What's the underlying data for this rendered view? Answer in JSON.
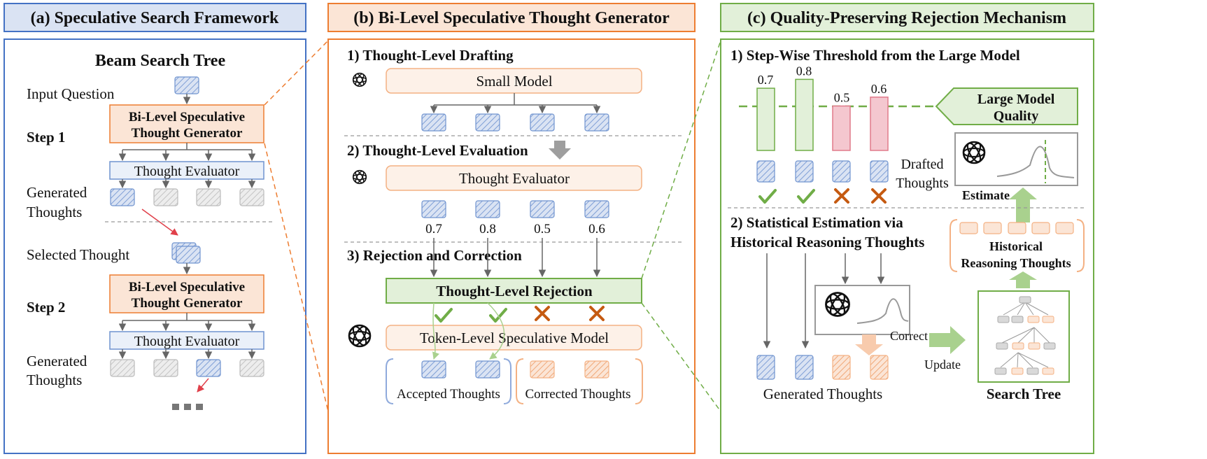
{
  "panel_a": {
    "title": "(a) Speculative Search Framework",
    "tree_title": "Beam Search Tree",
    "input_question": "Input Question",
    "generator_line1": "Bi-Level Speculative",
    "generator_line2": "Thought Generator",
    "step1": "Step 1",
    "step2": "Step 2",
    "evaluator": "Thought Evaluator",
    "generated_line1": "Generated",
    "generated_line2": "Thoughts",
    "selected_thought": "Selected Thought"
  },
  "panel_b": {
    "title": "(b) Bi-Level Speculative Thought Generator",
    "drafting": "1) Thought-Level Drafting",
    "small_model": "Small Model",
    "evaluation": "2) Thought-Level Evaluation",
    "evaluator": "Thought Evaluator",
    "scores": [
      "0.7",
      "0.8",
      "0.5",
      "0.6"
    ],
    "rejection": "3) Rejection and Correction",
    "rejection_box": "Thought-Level Rejection",
    "token_model": "Token-Level Speculative Model",
    "accepted": "Accepted Thoughts",
    "corrected": "Corrected Thoughts"
  },
  "panel_c": {
    "title": "(c) Quality-Preserving Rejection Mechanism",
    "threshold": "1) Step-Wise Threshold from the Large Model",
    "bar_values": [
      "0.7",
      "0.8",
      "0.5",
      "0.6"
    ],
    "large_model_line1": "Large Model",
    "large_model_line2": "Quality",
    "drafted_line1": "Drafted",
    "drafted_line2": "Thoughts",
    "estimate": "Estimate",
    "stat_line1": "2) Statistical Estimation via",
    "stat_line2": "Historical Reasoning Thoughts",
    "historical_line1": "Historical",
    "historical_line2": "Reasoning Thoughts",
    "correct": "Correct",
    "update": "Update",
    "generated": "Generated Thoughts",
    "search_tree": "Search Tree"
  },
  "colors": {
    "blue_border": "#4472c4",
    "orange_border": "#ed7d31",
    "green_border": "#70ad47",
    "title_blue_bg": "#dae3f3",
    "title_orange_bg": "#fbe5d6",
    "title_green_bg": "#e2f0d9",
    "thought_blue": "#dae3f3",
    "thought_orange": "#fbe5d6",
    "reject_red": "#c55a11",
    "pink_bar": "#f4c7cf"
  },
  "icons": [
    "openai-logo-icon",
    "check-icon",
    "cross-icon",
    "down-arrow-icon",
    "right-arrow-icon",
    "up-arrow-icon",
    "distribution-curve-icon"
  ]
}
